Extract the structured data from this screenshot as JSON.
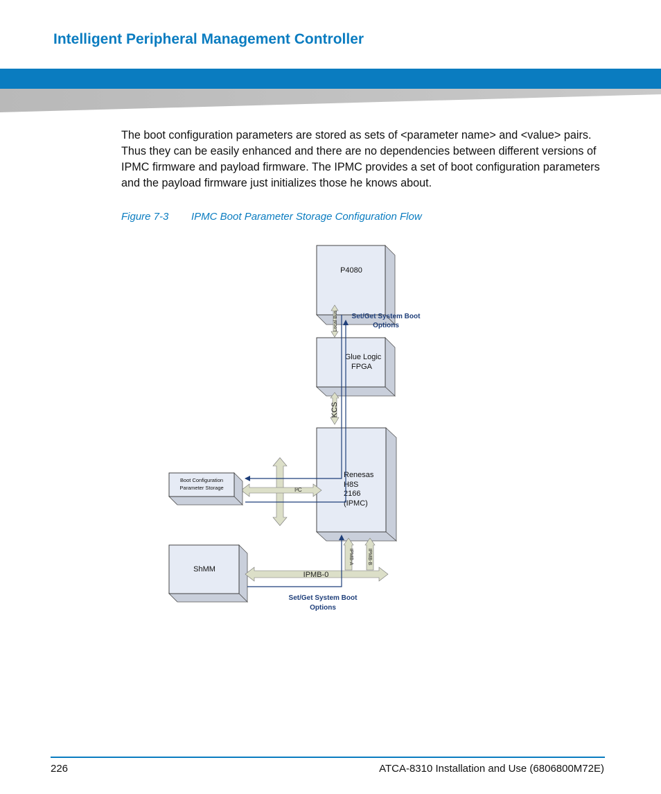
{
  "header": {
    "section_title": "Intelligent Peripheral Management Controller"
  },
  "body": {
    "paragraph": "The boot configuration parameters are stored as sets of <parameter name> and <value> pairs. Thus they can be easily enhanced and there are no dependencies between different versions of IPMC firmware and payload firmware. The IPMC provides a set of boot configuration parameters and the payload firmware just initializes those he knows about."
  },
  "figure": {
    "number": "Figure 7-3",
    "title": "IPMC Boot Parameter Storage Configuration Flow",
    "blocks": {
      "p4080": "P4080",
      "glue_line1": "Glue Logic",
      "glue_line2": "FPGA",
      "renesas_line1": "Renesas",
      "renesas_line2": "H8S",
      "renesas_line3": "2166",
      "renesas_line4": "(IPMC)",
      "boot_line1": "Boot Configuration",
      "boot_line2": "Parameter Storage",
      "shmm": "ShMM"
    },
    "buses": {
      "local_bus": "Local Bus",
      "kcs": "KCS",
      "i2c": "I²C",
      "ipmb_a": "IPMB-A",
      "ipmb_b": "IPMB-B",
      "ipmb_0": "IPMB-0"
    },
    "annotations": {
      "top_line1": "Set/Get System Boot",
      "top_line2": "Options",
      "bottom_line1": "Set/Get System Boot",
      "bottom_line2": "Options"
    },
    "colors": {
      "block_fill": "#e6ebf5",
      "block_side": "#c9cfdb",
      "bus_fill": "#dcdfc8",
      "arrow": "#1f3f7a",
      "annotation_text": "#1f3f7a"
    }
  },
  "footer": {
    "page_number": "226",
    "doc_title": "ATCA-8310 Installation and Use (6806800M72E)"
  }
}
